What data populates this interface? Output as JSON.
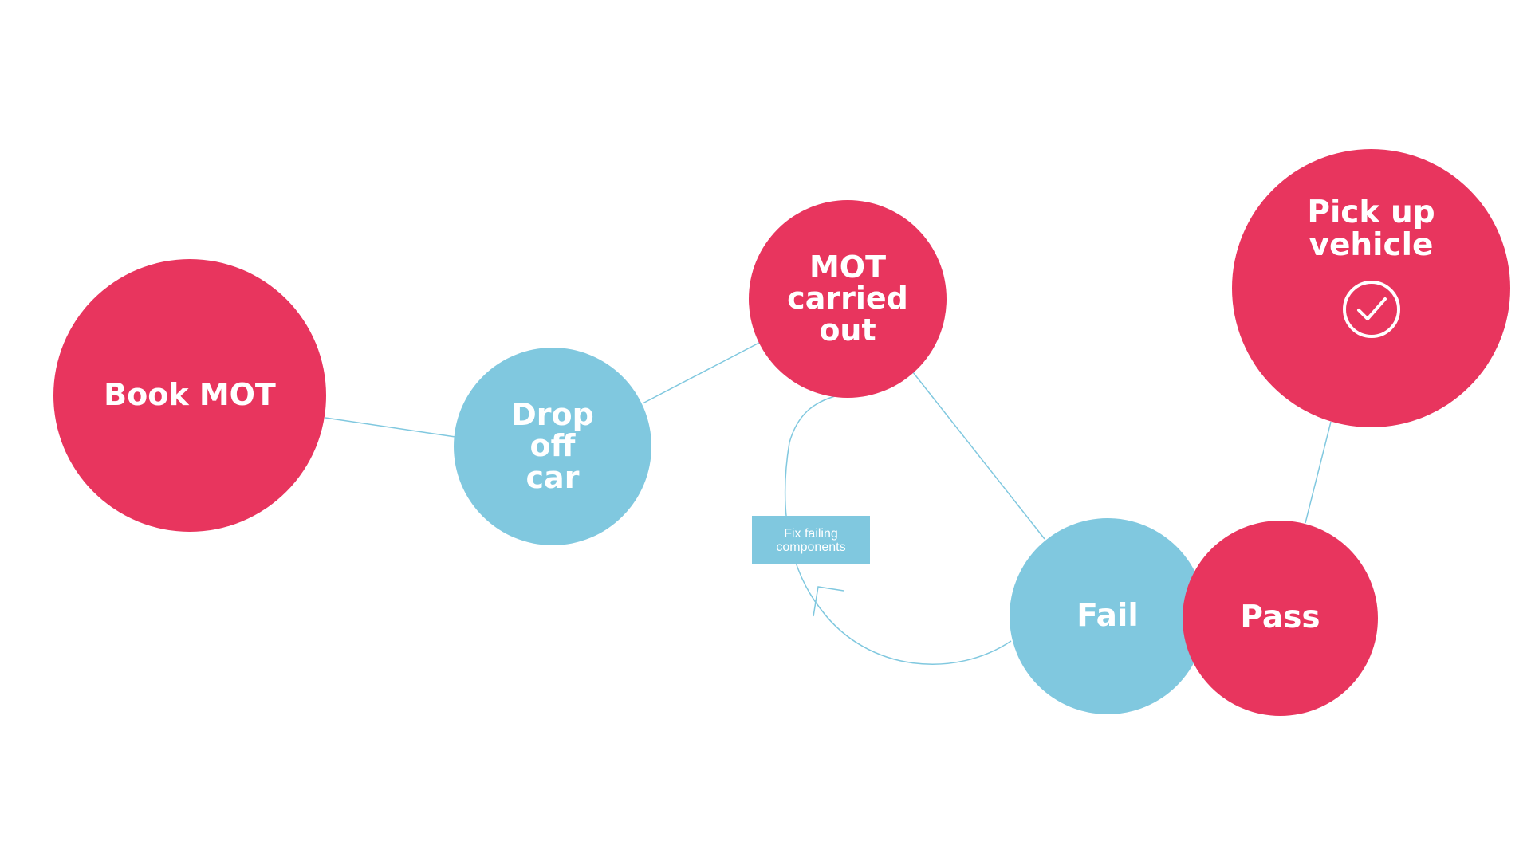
{
  "colors": {
    "accent_red": "#e8355e",
    "accent_blue": "#80c8df",
    "connector": "#80c8df",
    "text": "#ffffff",
    "background": "#ffffff"
  },
  "nodes": {
    "book_mot": {
      "label": "Book MOT",
      "color": "red"
    },
    "drop_off_car": {
      "label": "Drop\noff\ncar",
      "color": "blue"
    },
    "mot_carried_out": {
      "label": "MOT\ncarried\nout",
      "color": "red"
    },
    "fail": {
      "label": "Fail",
      "color": "blue"
    },
    "pass": {
      "label": "Pass",
      "color": "red"
    },
    "pick_up_vehicle": {
      "label": "Pick up\nvehicle",
      "color": "red",
      "icon": "checkmark-circle-icon"
    }
  },
  "loop_label": "Fix failing\ncomponents",
  "edges": [
    {
      "from": "book_mot",
      "to": "drop_off_car"
    },
    {
      "from": "drop_off_car",
      "to": "mot_carried_out"
    },
    {
      "from": "mot_carried_out",
      "to": "fail"
    },
    {
      "from": "fail",
      "to": "mot_carried_out",
      "label": "Fix failing\ncomponents",
      "arrow": true
    },
    {
      "from": "pass",
      "to": "pick_up_vehicle"
    }
  ]
}
